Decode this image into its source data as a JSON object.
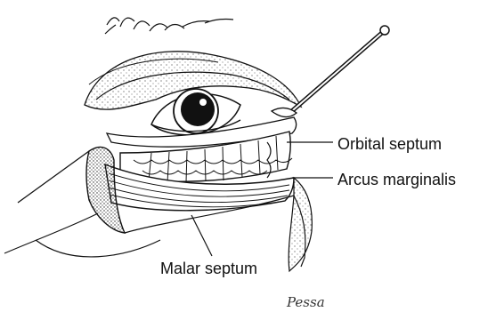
{
  "labels": {
    "orbital_septum": "Orbital septum",
    "arcus_marginalis": "Arcus marginalis",
    "malar_septum": "Malar septum"
  },
  "signature": "Pessa",
  "colors": {
    "ink": "#111111",
    "paper": "#ffffff",
    "stipple": "#444444"
  }
}
